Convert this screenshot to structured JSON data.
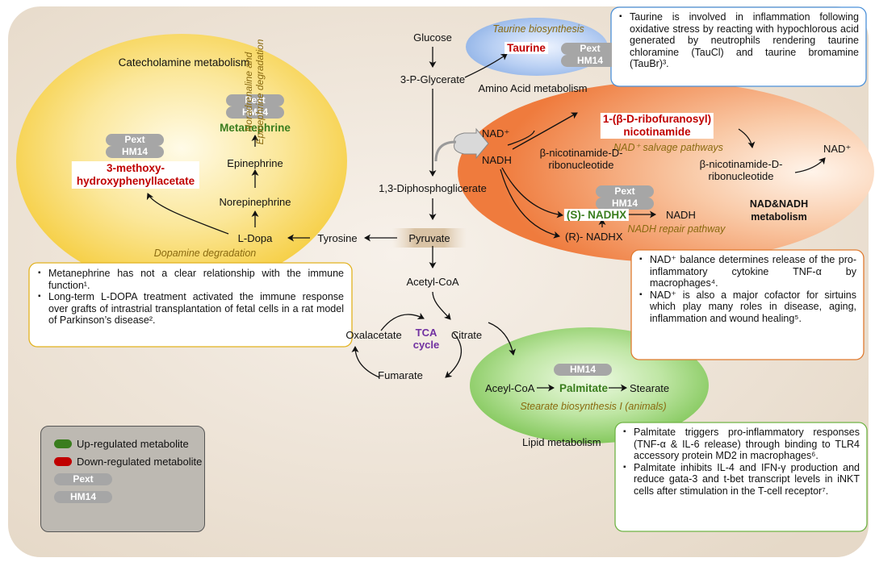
{
  "catecholamine": {
    "title": "Catecholamine metabolism",
    "metanephrine": "Metanephrine",
    "hmpa": "3-methoxy-\nhydroxyphenyllacetate",
    "epinephrine": "Epinephrine",
    "norepinephrine": "Norepinephrine",
    "ldopa": "L-Dopa",
    "tyrosine": "Tyrosine",
    "noradrenaline_label": "Noradrenaline and\nEpinephrine degradation",
    "dopamine_label": "Dopamine degradation",
    "notes": [
      "Metanephrine has not a clear relationship with the immune function¹.",
      "Long-term L-DOPA treatment activated the immune response over grafts of intrastrial transplantation of fetal cells in a rat model of Parkinson’s disease²."
    ]
  },
  "pill_labels": {
    "pext": "Pext",
    "hm14": "HM14"
  },
  "central": {
    "glucose": "Glucose",
    "pglycerate": "3-P-Glycerate",
    "diphospho": "1,3-Diphosphoglicerate",
    "pyruvate": "Pyruvate",
    "acetylcoa": "Acetyl-CoA",
    "citrate": "Citrate",
    "oxalacetate": "Oxalacetate",
    "fumarate": "Fumarate",
    "tca": "TCA\ncycle"
  },
  "taurine": {
    "pathway": "Taurine biosynthesis",
    "name": "Taurine",
    "amino": "Amino Acid metabolism",
    "note": "Taurine is involved in inflammation following oxidative stress by reacting with hypochlorous acid generated by neutrophils rendering taurine chloramine (TauCl) and taurine bromamine (TauBr)³."
  },
  "nad": {
    "nad_plus": "NAD⁺",
    "nadh": "NADH",
    "ribofuranosyl": "1-(β-D-ribofuranosyl)\nnicotinamide",
    "salvage": "NAD⁺ salvage pathways",
    "ribo1": "β-nicotinamide-D-\nribonucleotide",
    "ribo2": "β-nicotinamide-D-\nribonucleotide",
    "nad_right": "NAD⁺",
    "snadhx": "(S)- NADHX",
    "nadh2": "NADH",
    "rnadhx": "(R)- NADHX",
    "repair": "NADH repair pathway",
    "title": "NAD&NADH\nmetabolism",
    "notes": [
      "NAD⁺ balance determines release of the pro-inflammatory cytokine TNF-α by macrophages⁴.",
      "NAD⁺ is also a major cofactor for sirtuins which play many roles in disease, aging, inflammation and wound healing⁵."
    ]
  },
  "lipid": {
    "acyl": "Aceyl-CoA",
    "palmitate": "Palmitate",
    "stearate": "Stearate",
    "pathway": "Stearate biosynthesis I (animals)",
    "title": "Lipid metabolism",
    "notes": [
      "Palmitate triggers pro-inflammatory responses (TNF-α & IL-6 release) through binding to TLR4 accessory protein MD2 in macrophages⁶.",
      "Palmitate inhibits IL-4 and IFN-γ production and reduce gata-3 and t-bet transcript levels in iNKT cells after stimulation in the T-cell receptor⁷."
    ]
  },
  "legend": {
    "up": "Up-regulated metabolite",
    "down": "Down-regulated metabolite",
    "pext": "Pext",
    "hm14": "HM14"
  },
  "colors": {
    "up": "#3a7d1e",
    "down": "#c00000",
    "background": "#ede3d6",
    "catecholamine_bg": "#f9d65a",
    "nad_bg": "#f28b52",
    "lipid_bg": "#8fd06a",
    "taurine_bg": "#8fb2e6",
    "tca_text": "#7030a0"
  }
}
